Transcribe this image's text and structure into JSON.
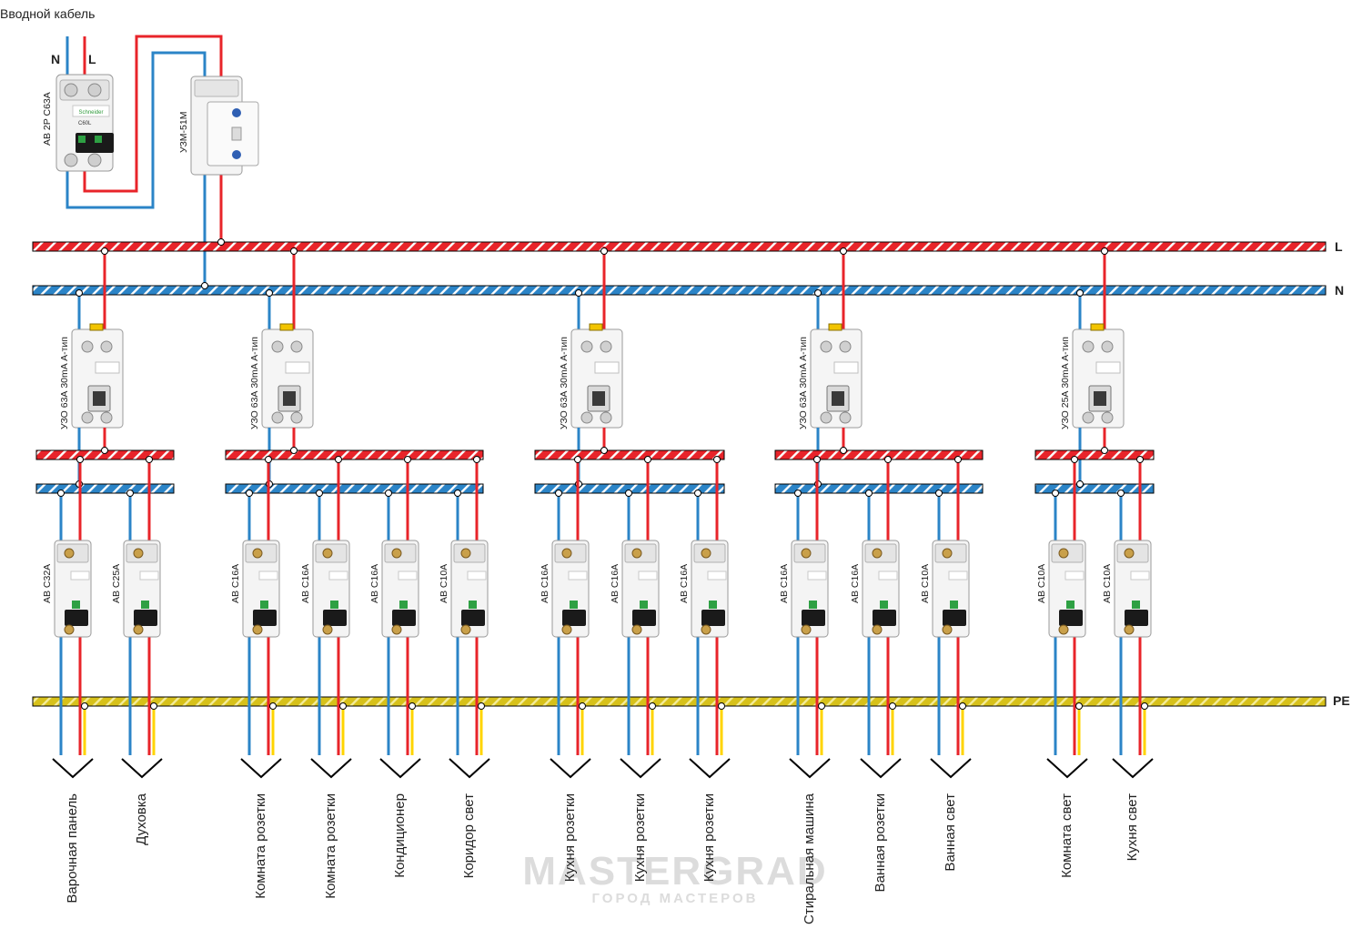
{
  "title": "Вводной кабель",
  "input": {
    "n_label": "N",
    "l_label": "L"
  },
  "main_breaker": {
    "label": "АВ 2P C63A",
    "brand": "Schneider",
    "model": "C60L"
  },
  "voltage_relay": {
    "label": "УЗМ-51М"
  },
  "buses": {
    "L": "L",
    "N": "N",
    "PE": "PE"
  },
  "colors": {
    "phase": "#e8242a",
    "neutral": "#2b84c7",
    "earth": "#ffd400",
    "earth_bus": "#d7c11a",
    "outline": "#000000"
  },
  "groups": [
    {
      "rcd_label": "УЗО 63А 30mA А-тип",
      "breakers": [
        {
          "label": "АВ C32A",
          "load": "Варочная панель"
        },
        {
          "label": "АВ C25A",
          "load": "Духовка"
        }
      ]
    },
    {
      "rcd_label": "УЗО 63А 30mA А-тип",
      "breakers": [
        {
          "label": "АВ C16A",
          "load": "Комната розетки"
        },
        {
          "label": "АВ C16A",
          "load": "Комната розетки"
        },
        {
          "label": "АВ C16A",
          "load": "Кондиционер"
        },
        {
          "label": "АВ C10A",
          "load": "Коридор свет"
        }
      ]
    },
    {
      "rcd_label": "УЗО 63А 30mA А-тип",
      "breakers": [
        {
          "label": "АВ C16A",
          "load": "Кухня розетки"
        },
        {
          "label": "АВ C16A",
          "load": "Кухня розетки"
        },
        {
          "label": "АВ C16A",
          "load": "Кухня розетки"
        }
      ]
    },
    {
      "rcd_label": "УЗО 63А 30mA А-тип",
      "breakers": [
        {
          "label": "АВ C16A",
          "load": "Стиральная машина"
        },
        {
          "label": "АВ C16A",
          "load": "Ванная розетки"
        },
        {
          "label": "АВ C10A",
          "load": "Ванная свет"
        }
      ]
    },
    {
      "rcd_label": "УЗО 25А 30mA А-тип",
      "breakers": [
        {
          "label": "АВ C10A",
          "load": "Комната свет"
        },
        {
          "label": "АВ C10A",
          "load": "Кухня свет"
        }
      ]
    }
  ],
  "watermark": {
    "main": "MASTERGRAD",
    "sub": "ГОРОД МАСТЕРОВ"
  }
}
